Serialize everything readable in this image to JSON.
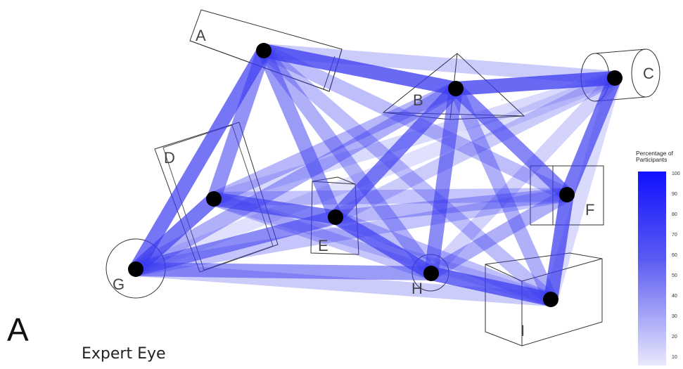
{
  "panel_letter": "A",
  "caption": "Expert Eye",
  "legend": {
    "title_line1": "Percentage of",
    "title_line2": "Participants",
    "ticks": [
      "100",
      "90",
      "80",
      "70",
      "60",
      "50",
      "40",
      "30",
      "20",
      "10"
    ],
    "color_max": "#1111ff",
    "color_min": "#e8e8fc"
  },
  "nodes": [
    "A",
    "B",
    "C",
    "D",
    "E",
    "F",
    "G",
    "H",
    "I"
  ],
  "node_color": "#000000",
  "edge_color": "#3b3bf0",
  "edges": [
    {
      "from": "A",
      "to": "B",
      "percent": 95
    },
    {
      "from": "B",
      "to": "C",
      "percent": 95
    },
    {
      "from": "C",
      "to": "F",
      "percent": 85
    },
    {
      "from": "F",
      "to": "I",
      "percent": 90
    },
    {
      "from": "I",
      "to": "H",
      "percent": 90
    },
    {
      "from": "H",
      "to": "E",
      "percent": 85
    },
    {
      "from": "E",
      "to": "D",
      "percent": 80
    },
    {
      "from": "D",
      "to": "G",
      "percent": 85
    },
    {
      "from": "G",
      "to": "A",
      "percent": 75
    },
    {
      "from": "A",
      "to": "D",
      "percent": 65
    },
    {
      "from": "A",
      "to": "E",
      "percent": 60
    },
    {
      "from": "B",
      "to": "E",
      "percent": 80
    },
    {
      "from": "B",
      "to": "H",
      "percent": 70
    },
    {
      "from": "B",
      "to": "F",
      "percent": 75
    },
    {
      "from": "G",
      "to": "E",
      "percent": 70
    },
    {
      "from": "G",
      "to": "H",
      "percent": 60
    },
    {
      "from": "A",
      "to": "H",
      "percent": 45
    },
    {
      "from": "A",
      "to": "C",
      "percent": 25
    },
    {
      "from": "A",
      "to": "F",
      "percent": 35
    },
    {
      "from": "A",
      "to": "I",
      "percent": 35
    },
    {
      "from": "B",
      "to": "D",
      "percent": 40
    },
    {
      "from": "B",
      "to": "G",
      "percent": 45
    },
    {
      "from": "B",
      "to": "I",
      "percent": 45
    },
    {
      "from": "C",
      "to": "E",
      "percent": 25
    },
    {
      "from": "C",
      "to": "D",
      "percent": 15
    },
    {
      "from": "C",
      "to": "H",
      "percent": 20
    },
    {
      "from": "D",
      "to": "F",
      "percent": 30
    },
    {
      "from": "D",
      "to": "H",
      "percent": 30
    },
    {
      "from": "E",
      "to": "F",
      "percent": 40
    },
    {
      "from": "E",
      "to": "I",
      "percent": 35
    },
    {
      "from": "G",
      "to": "F",
      "percent": 30
    },
    {
      "from": "G",
      "to": "I",
      "percent": 25
    },
    {
      "from": "H",
      "to": "F",
      "percent": 45
    },
    {
      "from": "D",
      "to": "I",
      "percent": 20
    },
    {
      "from": "C",
      "to": "I",
      "percent": 15
    },
    {
      "from": "C",
      "to": "G",
      "percent": 10
    },
    {
      "from": "A",
      "to": "G",
      "percent": 20
    }
  ]
}
